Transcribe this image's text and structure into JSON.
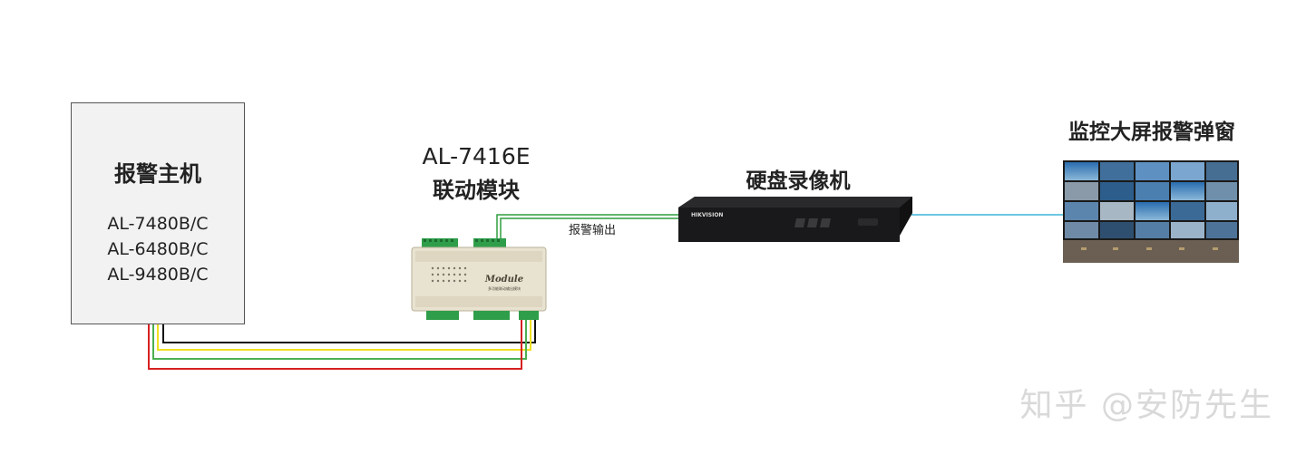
{
  "host": {
    "title": "报警主机",
    "models": [
      "AL-7480B/C",
      "AL-6480B/C",
      "AL-9480B/C"
    ]
  },
  "module": {
    "model": "AL-7416E",
    "name": "联动模块",
    "device_brand": "Module",
    "device_subtitle": "多功能联动输出模块"
  },
  "nvr": {
    "title": "硬盘录像机",
    "brand": "HIKVISION"
  },
  "wall": {
    "title": "监控大屏报警弹窗"
  },
  "link_label": "报警输出",
  "watermark": "知乎 @安防先生",
  "colors": {
    "wire_black": "#111111",
    "wire_yellow": "#f0e020",
    "wire_green": "#4caf50",
    "wire_red": "#d62020",
    "link_green": "#2e9e3e",
    "link_cyan": "#3fb6d8"
  }
}
